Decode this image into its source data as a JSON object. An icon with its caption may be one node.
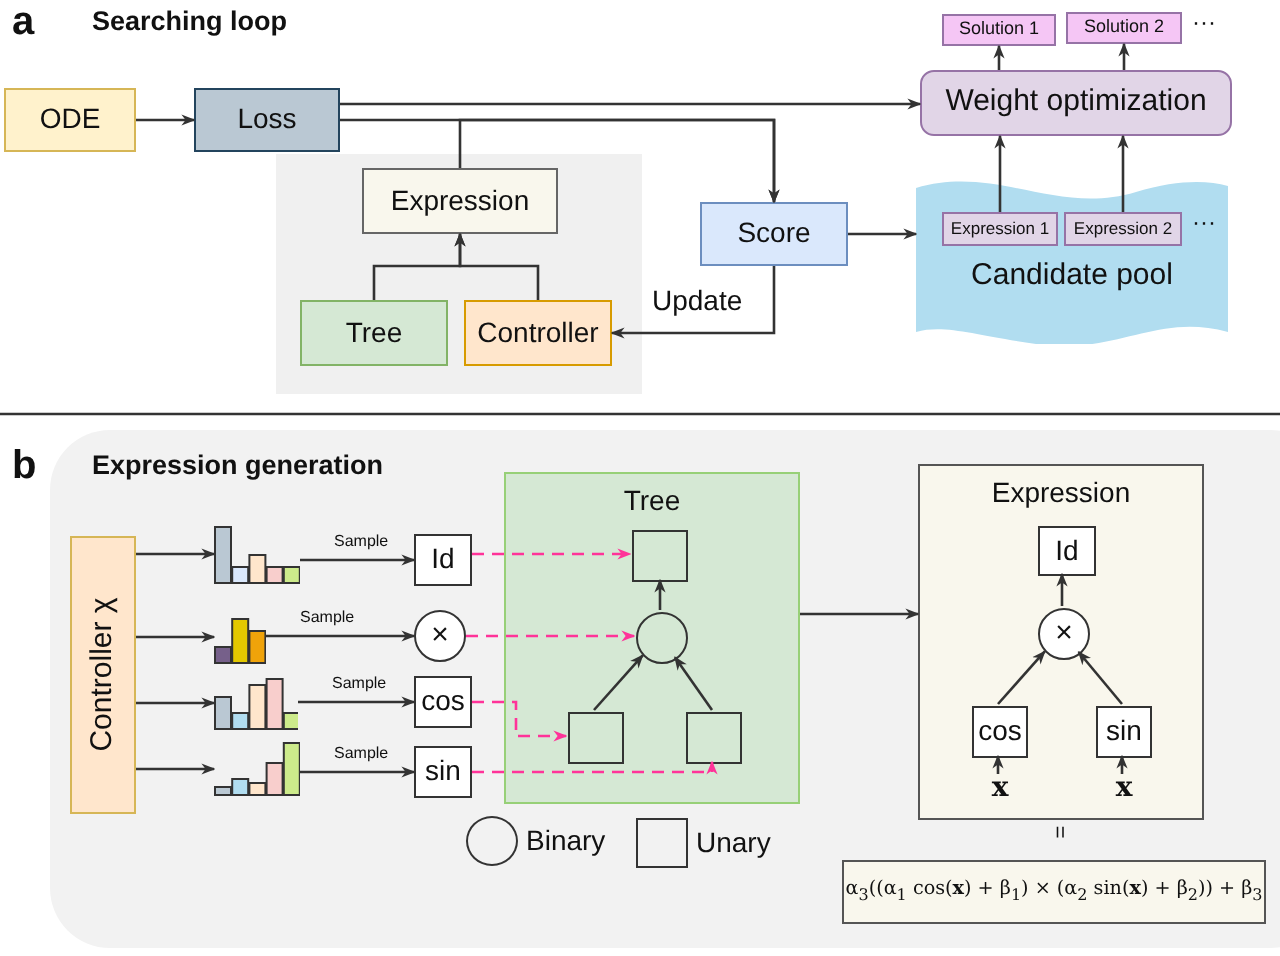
{
  "diagram": {
    "nodes": [
      {
        "text": [
          "ODE"
        ]
      },
      {
        "text": [
          "Loss"
        ]
      },
      {
        "text": [],
        "shape": "box"
      },
      {
        "text": [
          "Expression"
        ],
        "in": 2
      },
      {
        "text": [
          "Tree"
        ],
        "in": 2
      },
      {
        "text": [
          "Controller"
        ],
        "in": 2
      },
      {
        "text": [
          "Score"
        ]
      },
      {
        "text": [
          "Weight optimization"
        ]
      },
      {
        "text": [
          "Solution 1"
        ]
      },
      {
        "text": [
          "Solution 2"
        ],
        "beside": [
          "···"
        ]
      },
      {
        "text": [
          "Candidate pool"
        ]
      },
      {
        "text": [
          "Expression 1"
        ],
        "in": 10
      },
      {
        "text": [
          "Expression 2"
        ],
        "in": 10,
        "beside": [
          "···"
        ]
      },
      {
        "text": [
          "Controller χ"
        ]
      },
      {
        "text": [],
        "shape": "picture"
      },
      {
        "text": [],
        "shape": "picture"
      },
      {
        "text": [],
        "shape": "picture"
      },
      {
        "text": [],
        "shape": "picture"
      },
      {
        "text": [
          "Id"
        ]
      },
      {
        "text": [
          "×"
        ]
      },
      {
        "text": [
          "cos"
        ]
      },
      {
        "text": [
          "sin"
        ]
      },
      {
        "text": [
          "Tree"
        ]
      },
      {
        "text": [],
        "shape": "box",
        "in": 22
      },
      {
        "text": [],
        "shape": "circle",
        "in": 22
      },
      {
        "text": [],
        "shape": "box",
        "in": 22
      },
      {
        "text": [],
        "shape": "box",
        "in": 22
      },
      {
        "text": [
          "Expression"
        ]
      },
      {
        "text": [
          "Id"
        ],
        "in": 27
      },
      {
        "text": [
          "×"
        ],
        "in": 27
      },
      {
        "text": [
          "cos"
        ],
        "in": 27
      },
      {
        "text": [
          "sin"
        ],
        "in": 27
      },
      {
        "text": [
          "x"
        ],
        "in": 27
      },
      {
        "text": [
          "x"
        ],
        "in": 27
      },
      {
        "text": [
          "α$_{3}$((α$_{1}$ cos(**x**) + β$_{1}$) × (α$_{2}$ sin(**x**) + β$_{2}$)) + β$_{3}$"
        ]
      }
    ],
    "edges": [
      {
        "from": 0,
        "to": 1,
        "arrow": "to"
      },
      {
        "from": 1,
        "to": 7,
        "arrow": "to"
      },
      {
        "from": 1,
        "to": 6,
        "arrow": "to"
      },
      {
        "from": 3,
        "to": 6,
        "arrow": "to"
      },
      {
        "from": 4,
        "to": 3,
        "arrow": "to"
      },
      {
        "from": 5,
        "to": 3,
        "arrow": "to"
      },
      {
        "from": 6,
        "to": 5,
        "arrow": "to",
        "label": "Update"
      },
      {
        "from": 6,
        "to": 10,
        "arrow": "to"
      },
      {
        "from": 11,
        "to": 7,
        "arrow": "to"
      },
      {
        "from": 12,
        "to": 7,
        "arrow": "to"
      },
      {
        "from": 7,
        "to": 8,
        "arrow": "to"
      },
      {
        "from": 7,
        "to": 9,
        "arrow": "to"
      },
      {
        "from": 13,
        "to": 14,
        "arrow": "to"
      },
      {
        "from": 13,
        "to": 15,
        "arrow": "to"
      },
      {
        "from": 13,
        "to": 16,
        "arrow": "to"
      },
      {
        "from": 13,
        "to": 17,
        "arrow": "to"
      },
      {
        "from": 14,
        "to": 18,
        "arrow": "to",
        "label": "Sample"
      },
      {
        "from": 15,
        "to": 19,
        "arrow": "to",
        "label": "Sample"
      },
      {
        "from": 16,
        "to": 20,
        "arrow": "to",
        "label": "Sample"
      },
      {
        "from": 17,
        "to": 21,
        "arrow": "to",
        "label": "Sample"
      },
      {
        "from": 18,
        "to": 23,
        "arrow": "to",
        "style": "dashed",
        "color": "#ff3399"
      },
      {
        "from": 19,
        "to": 24,
        "arrow": "to",
        "style": "dashed",
        "color": "#ff3399"
      },
      {
        "from": 20,
        "to": 25,
        "arrow": "to",
        "style": "dashed",
        "color": "#ff3399"
      },
      {
        "from": 21,
        "to": 26,
        "arrow": "to",
        "style": "dashed",
        "color": "#ff3399"
      },
      {
        "from": 24,
        "to": 23,
        "arrow": "to"
      },
      {
        "from": 25,
        "to": 24,
        "arrow": "to"
      },
      {
        "from": 26,
        "to": 24,
        "arrow": "to"
      },
      {
        "from": 22,
        "to": 27,
        "arrow": "to"
      },
      {
        "from": 29,
        "to": 28,
        "arrow": "to"
      },
      {
        "from": 30,
        "to": 29,
        "arrow": "to"
      },
      {
        "from": 31,
        "to": 29,
        "arrow": "to"
      },
      {
        "from": 32,
        "to": 30,
        "arrow": "to"
      },
      {
        "from": 33,
        "to": 31,
        "arrow": "to"
      }
    ],
    "labels": [
      "a",
      "Searching loop",
      "b",
      "Expression generation",
      "="
    ],
    "legend": [
      {
        "text": "Binary"
      },
      {
        "text": "Unary"
      }
    ]
  }
}
